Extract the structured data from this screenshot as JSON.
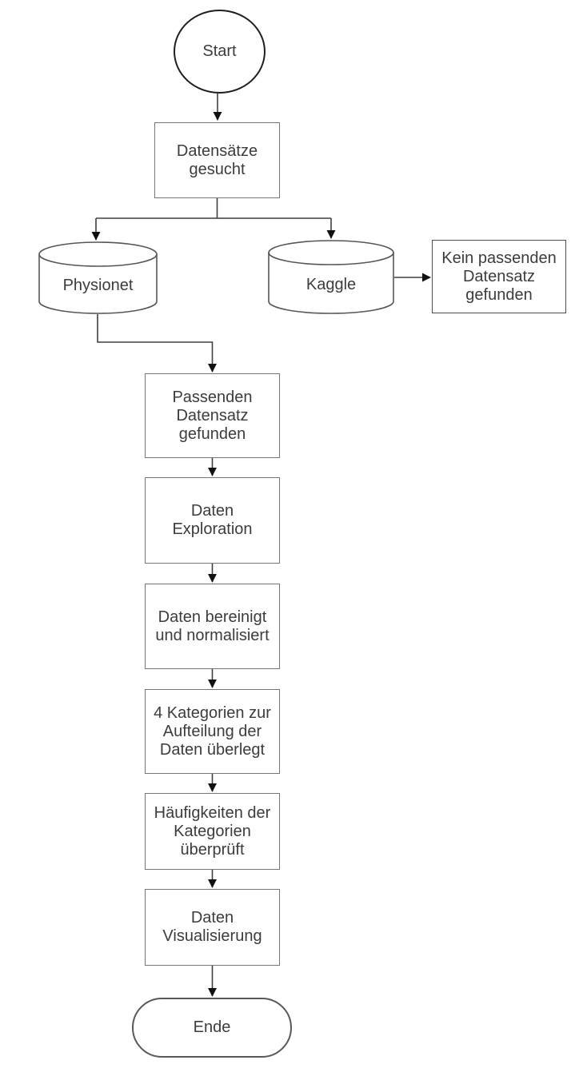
{
  "diagram": {
    "type": "flowchart",
    "colors": {
      "background": "#ffffff",
      "connector": "#3f3f3f",
      "arrowhead": "#111111",
      "process_border": "#757575",
      "terminal_border": "#1f1f1f",
      "text": "#3c3c3c"
    },
    "nodes": {
      "start": {
        "label": "Start",
        "shape": "circle"
      },
      "datensaetze": {
        "label": "Datensätze\ngesucht",
        "shape": "rectangle"
      },
      "physionet": {
        "label": "Physionet",
        "shape": "database-cylinder"
      },
      "kaggle": {
        "label": "Kaggle",
        "shape": "database-cylinder"
      },
      "kein_passenden": {
        "label": "Kein passenden\nDatensatz\ngefunden",
        "shape": "rectangle"
      },
      "passenden": {
        "label": "Passenden\nDatensatz\ngefunden",
        "shape": "rectangle"
      },
      "exploration": {
        "label": "Daten\nExploration",
        "shape": "rectangle"
      },
      "bereinigt": {
        "label": "Daten bereinigt\nund normalisiert",
        "shape": "rectangle"
      },
      "kategorien": {
        "label": "4 Kategorien zur\nAufteilung der\nDaten überlegt",
        "shape": "rectangle"
      },
      "haeufigkeiten": {
        "label": "Häufigkeiten der\nKategorien\nüberprüft",
        "shape": "rectangle"
      },
      "visualisierung": {
        "label": "Daten\nVisualisierung",
        "shape": "rectangle"
      },
      "ende": {
        "label": "Ende",
        "shape": "stadium"
      }
    },
    "edges": [
      {
        "from": "start",
        "to": "datensaetze"
      },
      {
        "from": "datensaetze",
        "to": "physionet"
      },
      {
        "from": "datensaetze",
        "to": "kaggle"
      },
      {
        "from": "kaggle",
        "to": "kein_passenden"
      },
      {
        "from": "physionet",
        "to": "passenden"
      },
      {
        "from": "passenden",
        "to": "exploration"
      },
      {
        "from": "exploration",
        "to": "bereinigt"
      },
      {
        "from": "bereinigt",
        "to": "kategorien"
      },
      {
        "from": "kategorien",
        "to": "haeufigkeiten"
      },
      {
        "from": "haeufigkeiten",
        "to": "visualisierung"
      },
      {
        "from": "visualisierung",
        "to": "ende"
      }
    ]
  }
}
